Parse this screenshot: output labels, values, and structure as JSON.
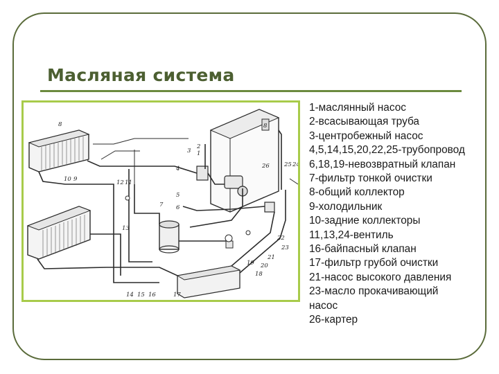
{
  "slide": {
    "title": "Масляная система"
  },
  "figure": {
    "labels": [
      "8",
      "10",
      "9",
      "12",
      "11",
      "13",
      "4",
      "3",
      "2",
      "1",
      "5",
      "6",
      "7",
      "25",
      "24",
      "26",
      "22",
      "23",
      "21",
      "20",
      "18",
      "19",
      "17",
      "14",
      "15",
      "16",
      "8"
    ]
  },
  "legend": {
    "items": [
      "1-маслянный насос",
      "2-всасывающая труба",
      "3-центробежный насос",
      "4,5,14,15,20,22,25-трубопровод",
      "6,18,19-невозвратный клапан",
      "7-фильтр тонкой очистки",
      "8-общий коллектор",
      "9-холодильник",
      "10-задние коллекторы",
      "11,13,24-вентиль",
      "16-байпасный клапан",
      "17-фильтр грубой очистки",
      "21-насос высокого давления",
      "23-масло прокачивающий",
      "насос",
      "26-картер"
    ]
  }
}
